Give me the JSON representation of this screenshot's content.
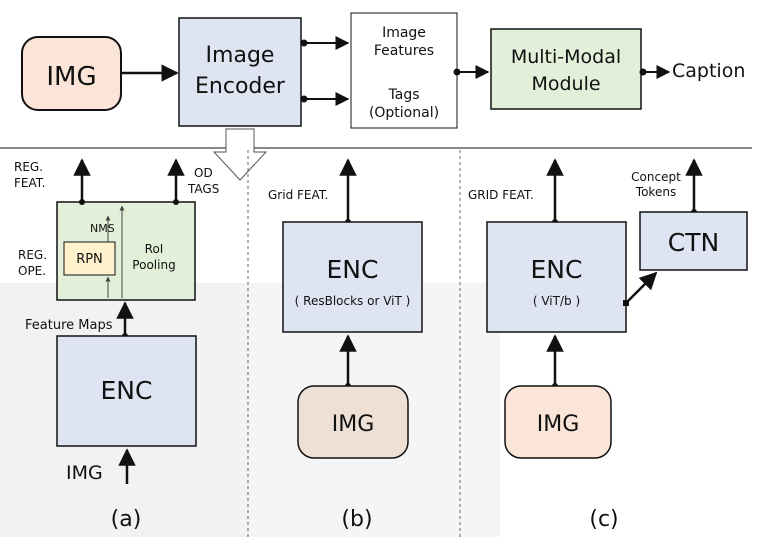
{
  "top": {
    "img": "IMG",
    "encoder": [
      "Image",
      "Encoder"
    ],
    "features": [
      "Image",
      "Features"
    ],
    "tags": [
      "Tags",
      "(Optional)"
    ],
    "mm": [
      "Multi-Modal",
      "Module"
    ],
    "caption": "Caption"
  },
  "panel_a": {
    "reg_feat": [
      "REG.",
      "FEAT."
    ],
    "od_tags": [
      "OD",
      "TAGS"
    ],
    "reg_ope": [
      "REG.",
      "OPE."
    ],
    "nms": "NMS",
    "rpn": "RPN",
    "roi": [
      "RoI",
      "Pooling"
    ],
    "feature_maps": "Feature Maps",
    "enc": "ENC",
    "img": "IMG",
    "label": "(a)"
  },
  "panel_b": {
    "grid_feat": "Grid FEAT.",
    "enc": "ENC",
    "enc_sub": "( ResBlocks or ViT )",
    "img": "IMG",
    "label": "(b)"
  },
  "panel_c": {
    "grid_feat": "GRID FEAT.",
    "concept": [
      "Concept",
      "Tokens"
    ],
    "ctn": "CTN",
    "enc": "ENC",
    "enc_sub": "( ViT/b )",
    "img": "IMG",
    "label": "(c)"
  },
  "colors": {
    "img_peach": "#fbe5d8",
    "img_tan": "#eee0d4",
    "encoder_blue": "#dfe4f2",
    "mm_green": "#e2efd9",
    "rpn_yellow": "#fff2cc",
    "panel_gray": "#f2f2f2"
  }
}
